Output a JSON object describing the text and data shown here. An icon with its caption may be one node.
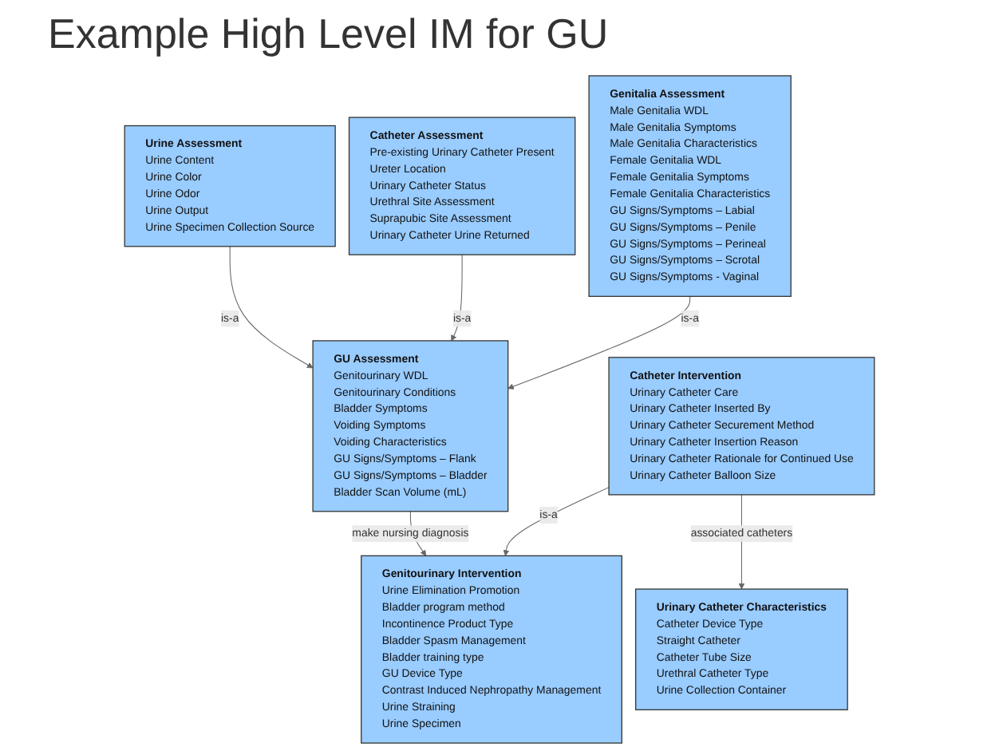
{
  "diagram": {
    "title": "Example High Level IM for GU",
    "nodes": [
      {
        "text": [
          "GU Assessment",
          "Genitourinary WDL",
          "Genitourinary Conditions",
          "Bladder Symptoms",
          "Voiding Symptoms",
          "Voiding Characteristics",
          "GU Signs/Symptoms – Flank",
          "GU Signs/Symptoms – Bladder",
          "Bladder Scan Volume (mL)"
        ]
      },
      {
        "text": [
          "Urine Assessment",
          "Urine Content",
          "Urine Color",
          "Urine Odor",
          "Urine Output",
          "Urine Specimen Collection Source"
        ]
      },
      {
        "text": [
          "Genitalia Assessment",
          "Male Genitalia WDL",
          "Male Genitalia Symptoms",
          "Male Genitalia Characteristics",
          "Female Genitalia WDL",
          "Female Genitalia Symptoms",
          "Female Genitalia Characteristics",
          "GU Signs/Symptoms – Labial",
          "GU Signs/Symptoms – Penile",
          "GU Signs/Symptoms – Perineal",
          "GU Signs/Symptoms – Scrotal",
          "GU Signs/Symptoms - Vaginal"
        ]
      },
      {
        "text": [
          "Catheter Assessment",
          "Pre-existing Urinary Catheter Present",
          "Ureter Location",
          "Urinary Catheter Status",
          "Urethral Site Assessment",
          "Suprapubic Site Assessment",
          "Urinary Catheter Urine Returned"
        ]
      },
      {
        "text": [
          "Genitourinary Intervention",
          "Urine Elimination Promotion",
          "Bladder program method",
          "Incontinence Product Type",
          "Bladder Spasm Management",
          "Bladder training type",
          "GU Device Type",
          "Contrast Induced Nephropathy Management",
          "Urine Straining",
          "Urine Specimen"
        ]
      },
      {
        "text": [
          "Catheter Intervention",
          "Urinary Catheter Care",
          "Urinary Catheter Inserted By",
          "Urinary Catheter Securement Method",
          "Urinary Catheter Insertion Reason",
          "Urinary Catheter Rationale for Continued Use",
          "Urinary Catheter Balloon Size"
        ]
      },
      {
        "text": [
          "Urinary Catheter Characteristics",
          "Catheter Device Type",
          "Straight Catheter",
          "Catheter Tube Size",
          "Urethral Catheter Type",
          "Urine Collection Container"
        ]
      }
    ],
    "edges": [
      {
        "from": 1,
        "to": 0,
        "arrow": "to",
        "label": "is-a"
      },
      {
        "from": 3,
        "to": 0,
        "arrow": "to",
        "label": "is-a"
      },
      {
        "from": 2,
        "to": 0,
        "arrow": "to",
        "label": "is-a"
      },
      {
        "from": 0,
        "to": 4,
        "arrow": "to",
        "label": "make nursing diagnosis"
      },
      {
        "from": 5,
        "to": 4,
        "arrow": "to",
        "label": "is-a"
      },
      {
        "from": 5,
        "to": 6,
        "arrow": "to",
        "label": "associated catheters"
      }
    ]
  }
}
